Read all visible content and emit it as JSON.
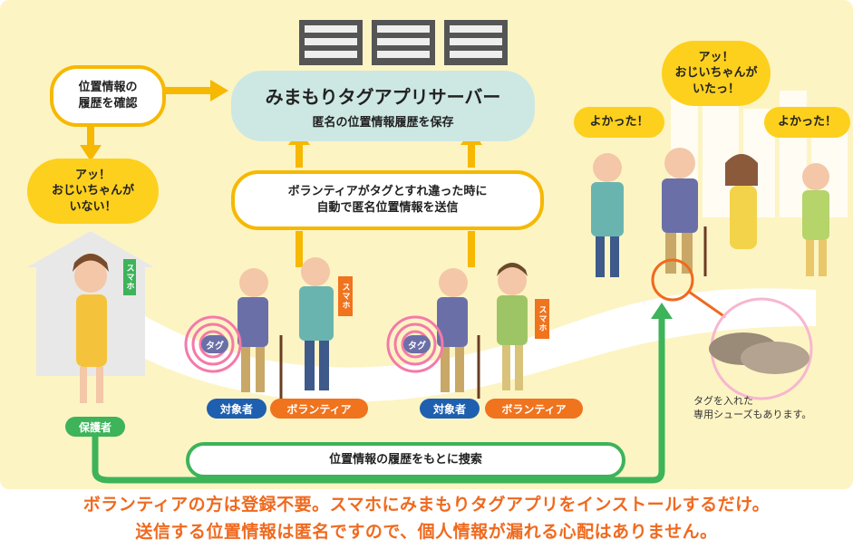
{
  "server": {
    "title": "みまもりタグアプリサーバー",
    "subtitle": "匿名の位置情報履歴を保存"
  },
  "check_history_bubble": {
    "line1": "位置情報の",
    "line2": "履歴を確認"
  },
  "guardian_alert_bubble": {
    "line1": "アッ！",
    "line2": "おじいちゃんが",
    "line3": "いない！"
  },
  "volunteer_send_bubble": {
    "line1": "ボランティアがタグとすれ違った時に",
    "line2": "自動で匿名位置情報を送信"
  },
  "found_bubble_center": {
    "line1": "アッ！",
    "line2": "おじいちゃんが",
    "line3": "いたっ！"
  },
  "relief_bubble_left": {
    "text": "よかった！"
  },
  "relief_bubble_right": {
    "text": "よかった！"
  },
  "labels": {
    "target_1": "対象者",
    "volunteer_1": "ボランティア",
    "target_2": "対象者",
    "volunteer_2": "ボランティア",
    "guardian": "保護者",
    "tag_1": "タグ",
    "tag_2": "タグ",
    "phone_guardian": "スマホ",
    "phone_volunteer_1": "スマホ",
    "phone_volunteer_2": "スマホ"
  },
  "search_bar": {
    "text": "位置情報の履歴をもとに捜索"
  },
  "shoes_note": {
    "line1": "タグを入れた",
    "line2": "専用シューズもあります。"
  },
  "footer": {
    "line1": "ボランティアの方は登録不要。スマホにみまもりタグアプリをインストールするだけ。",
    "line2": "送信する位置情報は匿名ですので、個人情報が漏れる心配はありません。"
  },
  "colors": {
    "background": "#fdf4c4",
    "accent_yellow": "#f6b800",
    "server_teal": "#cde8e3",
    "blue_tag": "#1f5fb0",
    "orange_tag": "#f0731e",
    "green_path": "#3db35a",
    "footer_text": "#ef6a1f"
  }
}
